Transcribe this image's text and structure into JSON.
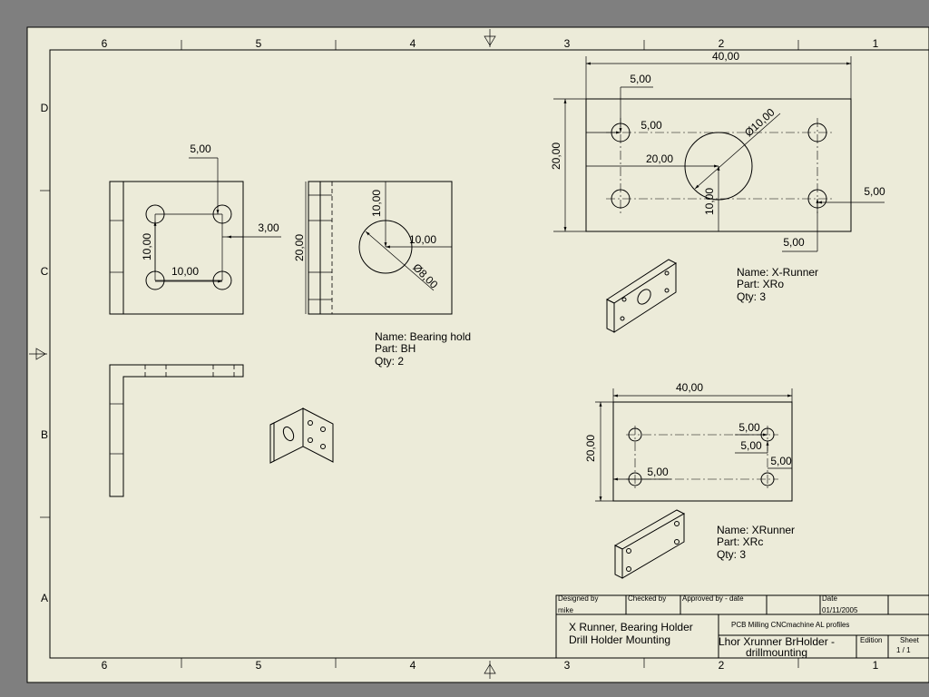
{
  "zones": {
    "columns": [
      "6",
      "5",
      "4",
      "3",
      "2",
      "1"
    ],
    "rows": [
      "D",
      "C",
      "B",
      "A"
    ]
  },
  "bearing_holder": {
    "dims": {
      "top_offset": "5,00",
      "right_gap": "3,00",
      "vert_spacing": "10,00",
      "horiz_spacing": "10,00",
      "side_height": "20,00",
      "side_vert": "10,00",
      "side_horiz": "10,00",
      "side_dia": "Ø8,00"
    },
    "note": {
      "name": "Name: Bearing hold",
      "part": "Part: BH",
      "qty": "Qty: 2"
    }
  },
  "x_runner_o": {
    "dims": {
      "width": "40,00",
      "top_hole_offset": "5,00",
      "left_hole_offset": "5,00",
      "height": "20,00",
      "diameter": "Ø10,00",
      "center_x": "20,00",
      "center_y": "10,00",
      "right_hole_y": "5,00",
      "right_hole_x": "5,00"
    },
    "note": {
      "name": "Name: X-Runner",
      "part": "Part: XRo",
      "qty": "Qty: 3"
    }
  },
  "x_runner_c": {
    "dims": {
      "width": "40,00",
      "height": "20,00",
      "hole_a": "5,00",
      "hole_b": "5,00",
      "left_hole": "5,00",
      "right_hole": "5,00"
    },
    "note": {
      "name": "Name: XRunner",
      "part": "Part: XRc",
      "qty": "Qty: 3"
    }
  },
  "title_block": {
    "designed_by_label": "Designed by",
    "designed_by": "mike",
    "checked_by_label": "Checked by",
    "approved_by_label": "Approved by - date",
    "date_label": "Date",
    "date": "01/11/2005",
    "title_line1": "X Runner, Bearing Holder",
    "title_line2": "Drill Holder Mounting",
    "project": "PCB Milling CNCmachine   AL profiles",
    "drawing_name_line1": "Lhor Xrunner BrHolder -",
    "drawing_name_line2": "drillmounting",
    "edition_label": "Edition",
    "sheet_label": "Sheet",
    "sheet_value": "1 / 1"
  }
}
